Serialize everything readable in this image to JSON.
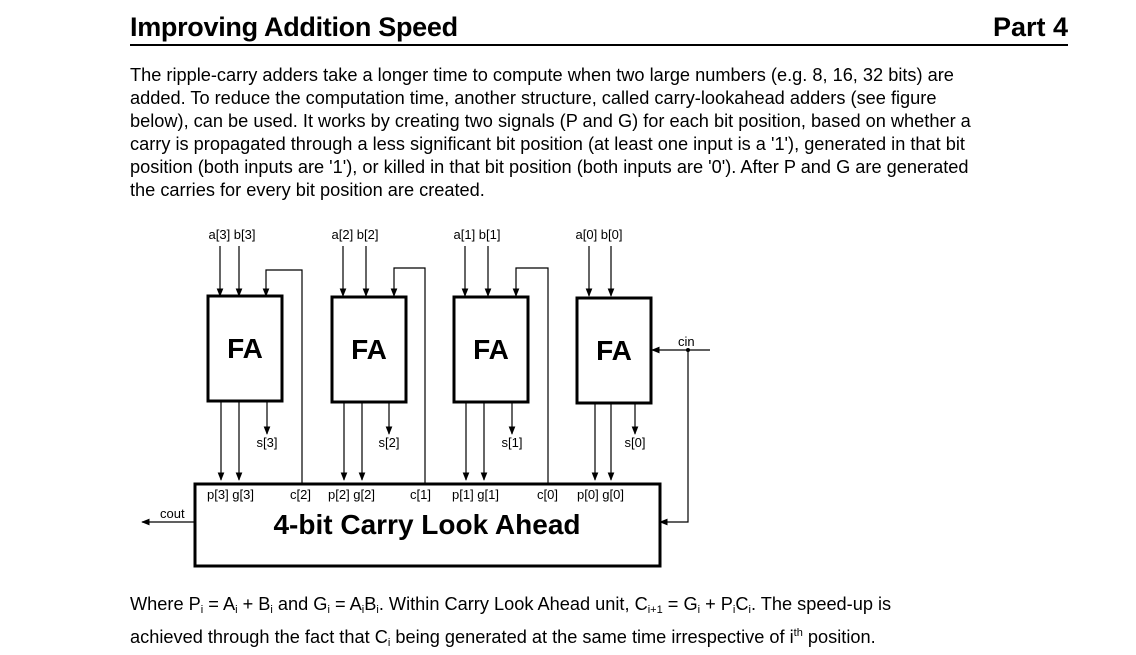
{
  "header": {
    "title": "Improving Addition Speed",
    "part": "Part 4"
  },
  "intro": [
    "The ripple-carry adders take a longer time to compute when two large numbers (e.g. 8, 16, 32 bits) are",
    "added. To reduce the computation time, another structure, called carry-lookahead adders (see figure",
    "below), can be used. It works by creating two signals (P and G) for each bit position, based on whether a",
    "carry is propagated through a less significant bit position (at least one input is a '1'), generated in that bit",
    "position (both inputs are '1'), or killed in that bit position (both inputs are '0'). After P and G are generated",
    "the carries for every bit position are created."
  ],
  "diagram": {
    "fa_label": "FA",
    "inputs": [
      "a[3] b[3]",
      "a[2] b[2]",
      "a[1] b[1]",
      "a[0] b[0]"
    ],
    "sums": [
      "s[3]",
      "s[2]",
      "s[1]",
      "s[0]"
    ],
    "cla_pins": [
      "p[3] g[3]",
      "c[2]",
      "p[2] g[2]",
      "c[1]",
      "p[1] g[1]",
      "c[0]",
      "p[0] g[0]"
    ],
    "cla_title": "4-bit Carry Look Ahead",
    "cin": "cin",
    "cout": "cout"
  },
  "footer": {
    "t1": "Where P",
    "s1": "i",
    "t2": " = A",
    "s2": "i",
    "t3": " + B",
    "s3": "i",
    "t4": " and G",
    "s4": "i",
    "t5": " = A",
    "s5": "i",
    "t6": "B",
    "s6": "i",
    "t7": ".  Within Carry Look Ahead unit, C",
    "s7": "i+1",
    "t8": " = G",
    "s8": "i",
    "t9": " + P",
    "s9": "i",
    "t10": "C",
    "s10": "i",
    "t11": ".  The speed-up is",
    "t12": "achieved through the fact that C",
    "s12": "i",
    "t13": " being generated at the same time irrespective of i",
    "sup13": "th",
    "t14": " position."
  }
}
